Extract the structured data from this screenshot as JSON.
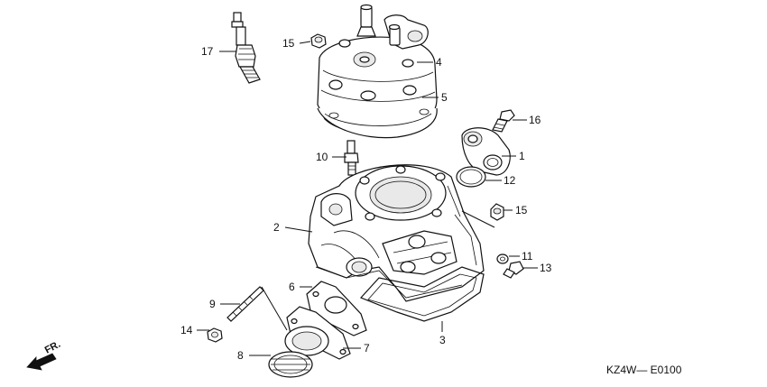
{
  "diagram": {
    "code": "KZ4W— E0100",
    "direction_label": "FR.",
    "callouts": [
      {
        "id": "c17",
        "text": "17"
      },
      {
        "id": "c15a",
        "text": "15"
      },
      {
        "id": "c4",
        "text": "4"
      },
      {
        "id": "c5",
        "text": "5"
      },
      {
        "id": "c16",
        "text": "16"
      },
      {
        "id": "c10",
        "text": "10"
      },
      {
        "id": "c1",
        "text": "1"
      },
      {
        "id": "c12",
        "text": "12"
      },
      {
        "id": "c15b",
        "text": "15"
      },
      {
        "id": "c2",
        "text": "2"
      },
      {
        "id": "c11",
        "text": "11"
      },
      {
        "id": "c13",
        "text": "13"
      },
      {
        "id": "c6",
        "text": "6"
      },
      {
        "id": "c9",
        "text": "9"
      },
      {
        "id": "c14",
        "text": "14"
      },
      {
        "id": "c7",
        "text": "7"
      },
      {
        "id": "c8",
        "text": "8"
      },
      {
        "id": "c3",
        "text": "3"
      }
    ]
  }
}
